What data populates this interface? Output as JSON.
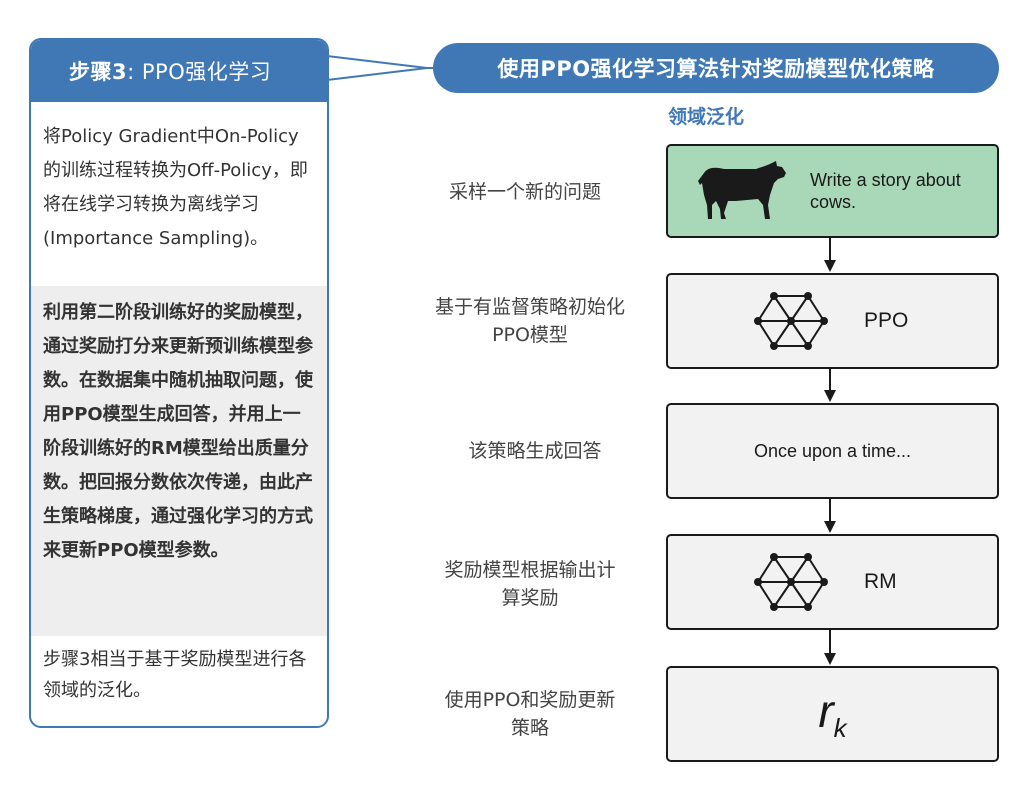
{
  "left_panel": {
    "header_bold": "步骤3",
    "header_rest": ": PPO强化学习",
    "para1": "将Policy Gradient中On-Policy的训练过程转换为Off-Policy，即将在线学习转换为离线学习 (Importance Sampling)。",
    "para2": "利用第二阶段训练好的奖励模型，通过奖励打分来更新预训练模型参数。在数据集中随机抽取问题，使用PPO模型生成回答，并用上一阶段训练好的RM模型给出质量分数。把回报分数依次传递，由此产生策略梯度，通过强化学习的方式来更新PPO模型参数。",
    "para3": "步骤3相当于基于奖励模型进行各领域的泛化。"
  },
  "title": "使用PPO强化学习算法针对奖励模型优化策略",
  "subtitle": "领域泛化",
  "steps": [
    {
      "label": "采样一个新的问题",
      "box_text": "Write a story about cows."
    },
    {
      "label": "基于有监督策略初始化PPO模型",
      "box_text": "PPO"
    },
    {
      "label": "该策略生成回答",
      "box_text": "Once upon a time..."
    },
    {
      "label": "奖励模型根据输出计算奖励",
      "box_text": "RM"
    },
    {
      "label": "使用PPO和奖励更新策略",
      "box_text": "r",
      "box_sub": "k"
    }
  ],
  "colors": {
    "primary_blue": "#3f78b5",
    "green_box": "#a9d8b8",
    "gray_box": "#f2f2f2"
  },
  "icons": [
    "cow-icon",
    "neural-network-icon"
  ]
}
